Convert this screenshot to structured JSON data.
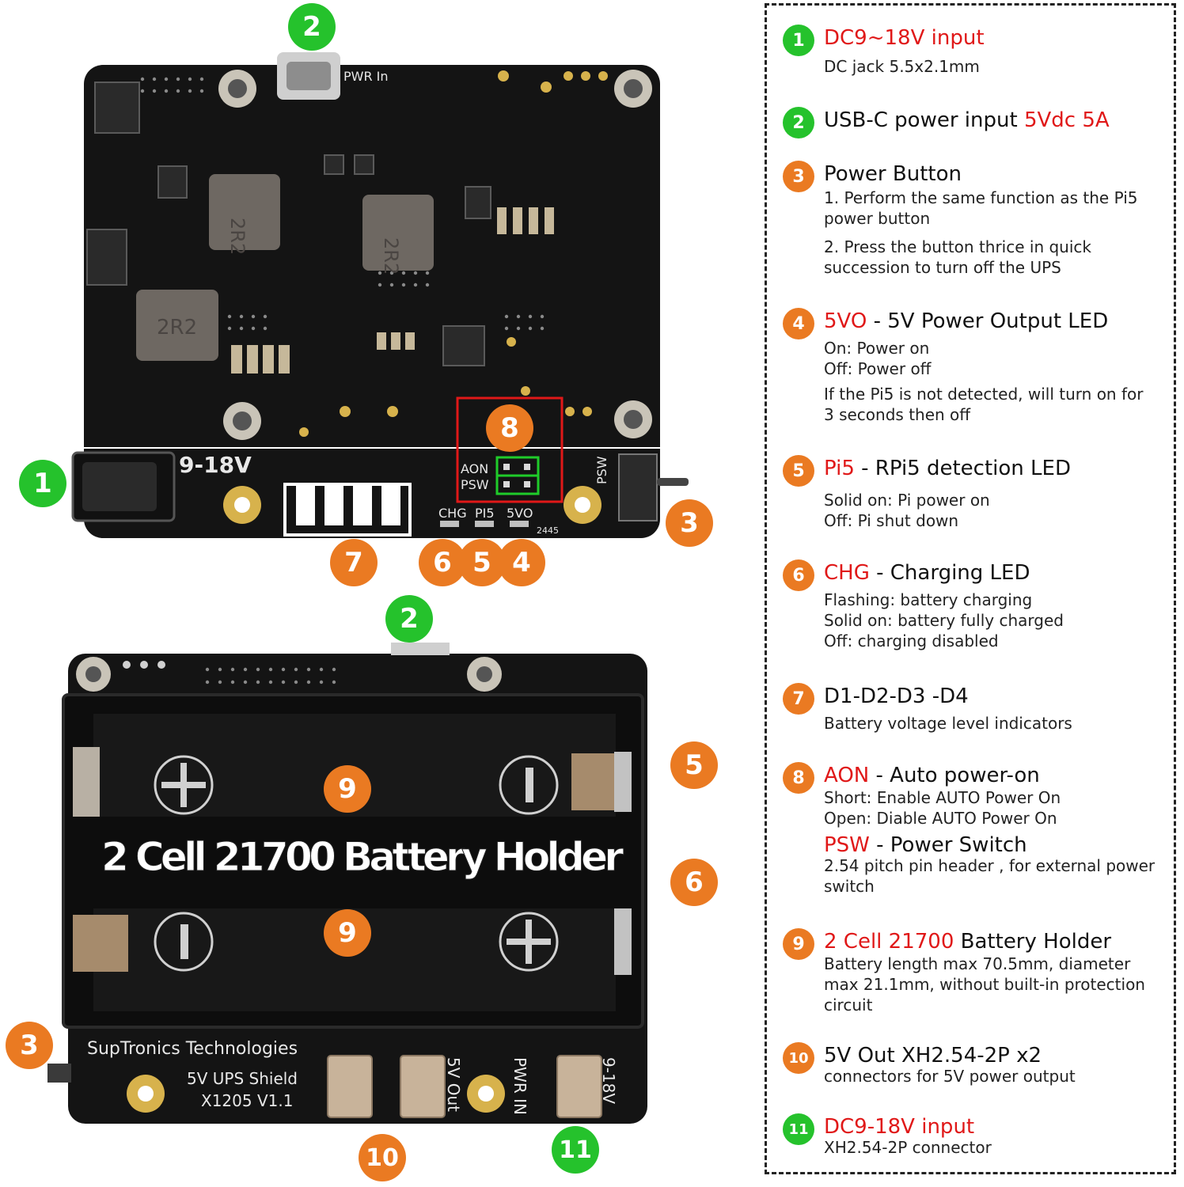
{
  "colors": {
    "orange": "#ea7a22",
    "green": "#25c22c",
    "red": "#e01818",
    "pcb": "#141414"
  },
  "board_labels": {
    "pwr_in": "PWR In",
    "dc_range": "9-18V",
    "aon": "AON",
    "psw": "PSW",
    "chg": "CHG",
    "pi5": "PI5",
    "v5o": "5VO",
    "psw_side": "PSW",
    "inductor": "2R2",
    "code": "2445"
  },
  "bottom_labels": {
    "holder_title": "2 Cell 21700 Battery Holder",
    "brand": "SupTronics Technologies",
    "model": "5V UPS Shield",
    "version": "X1205 V1.1",
    "out": "5V Out",
    "pwr_in": "PWR IN",
    "range": "9-18V"
  },
  "callouts": [
    {
      "n": "1",
      "color": "green"
    },
    {
      "n": "2",
      "color": "green"
    },
    {
      "n": "3",
      "color": "orange"
    },
    {
      "n": "4",
      "color": "orange"
    },
    {
      "n": "5",
      "color": "orange"
    },
    {
      "n": "6",
      "color": "orange"
    },
    {
      "n": "7",
      "color": "orange"
    },
    {
      "n": "8",
      "color": "orange"
    },
    {
      "n": "9",
      "color": "orange"
    },
    {
      "n": "10",
      "color": "orange"
    },
    {
      "n": "11",
      "color": "green"
    }
  ],
  "legend": [
    {
      "n": "1",
      "color": "green",
      "red": "DC9~18V input",
      "rest": "",
      "desc": "DC jack 5.5x2.1mm"
    },
    {
      "n": "2",
      "color": "green",
      "lead": "USB-C power input ",
      "red_tail": "5Vdc 5A",
      "desc": ""
    },
    {
      "n": "3",
      "color": "orange",
      "red": "",
      "rest": "Power Button",
      "desc": "1. Perform the same function as the Pi5 power button",
      "desc2": "2. Press the button thrice in quick succession to turn off the UPS"
    },
    {
      "n": "4",
      "color": "orange",
      "red": "5VO",
      "rest": " - 5V Power Output LED",
      "desc": "On: Power on\nOff: Power off",
      "desc2": "If the Pi5 is not detected, will turn on for 3 seconds then off"
    },
    {
      "n": "5",
      "color": "orange",
      "red": "Pi5",
      "rest": " - RPi5 detection LED",
      "desc": "Solid on: Pi power on\nOff: Pi shut down"
    },
    {
      "n": "6",
      "color": "orange",
      "red": "CHG",
      "rest": " - Charging LED",
      "desc": "Flashing: battery charging\nSolid on: battery fully charged\nOff: charging disabled"
    },
    {
      "n": "7",
      "color": "orange",
      "red": "",
      "rest": "D1-D2-D3 -D4",
      "desc": "Battery voltage level indicators"
    },
    {
      "n": "8",
      "color": "orange",
      "red": "AON",
      "rest": " - Auto power-on",
      "desc": "Short: Enable AUTO Power On\nOpen: Diable AUTO Power On",
      "red2": "PSW",
      "rest2": " - Power Switch",
      "desc2": "2.54 pitch pin header , for external power switch"
    },
    {
      "n": "9",
      "color": "orange",
      "red": "2 Cell 21700",
      "rest": " Battery Holder",
      "desc": "Battery length max 70.5mm, diameter max 21.1mm, without built-in protection circuit"
    },
    {
      "n": "10",
      "color": "orange",
      "red": "",
      "rest": "5V Out XH2.54-2P x2",
      "desc": "connectors for 5V power output"
    },
    {
      "n": "11",
      "color": "green",
      "red": "DC9-18V input",
      "rest": "",
      "desc": "XH2.54-2P connector"
    }
  ]
}
